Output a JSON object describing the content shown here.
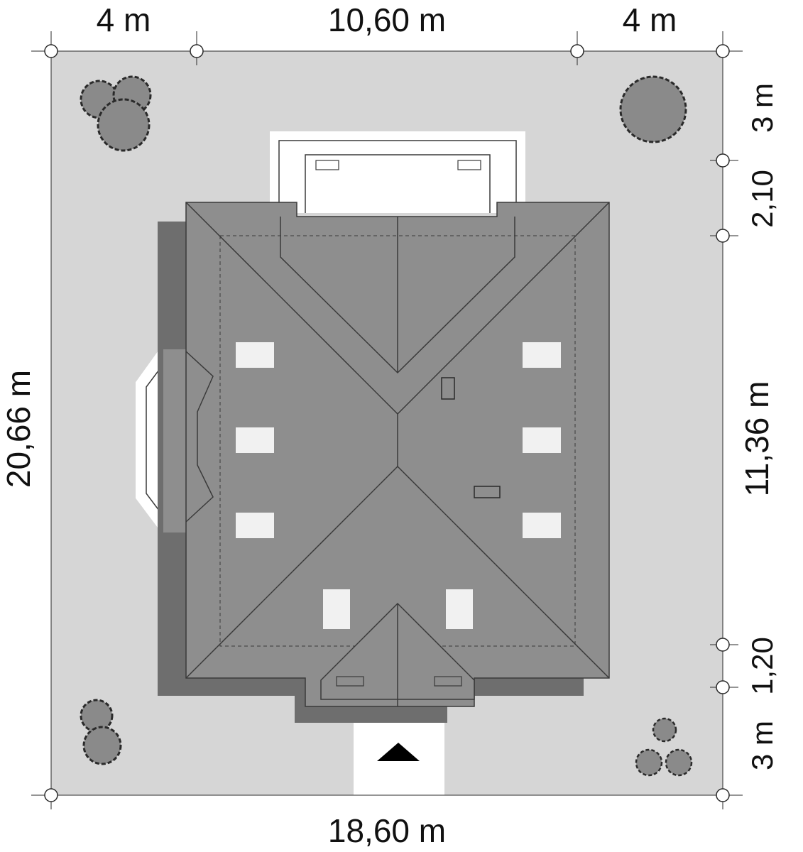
{
  "colors": {
    "plot": "#d6d6d6",
    "roof": "#8e8e8e",
    "roof_shadow": "#6e6e6e",
    "terrace": "#ffffff",
    "skylight": "#f1f1f1",
    "line": "#3a3a3a",
    "tree_fill": "#8a8a8a",
    "tree_outline": "#2a2a2a",
    "text": "#111111"
  },
  "dimensions": {
    "top": {
      "left_margin": "4 m",
      "width": "10,60 m",
      "right_margin": "4 m"
    },
    "bottom": {
      "total_width": "18,60 m"
    },
    "left": {
      "total_depth": "20,66 m"
    },
    "right": {
      "top_margin": "3 m",
      "terrace": "2,10",
      "house": "11,36 m",
      "entry": "1,20",
      "bottom_margin": "3 m"
    }
  },
  "icons": {
    "entrance": "entrance-arrow-icon",
    "trees": "tree-icon",
    "shrubs": "shrub-icon"
  }
}
